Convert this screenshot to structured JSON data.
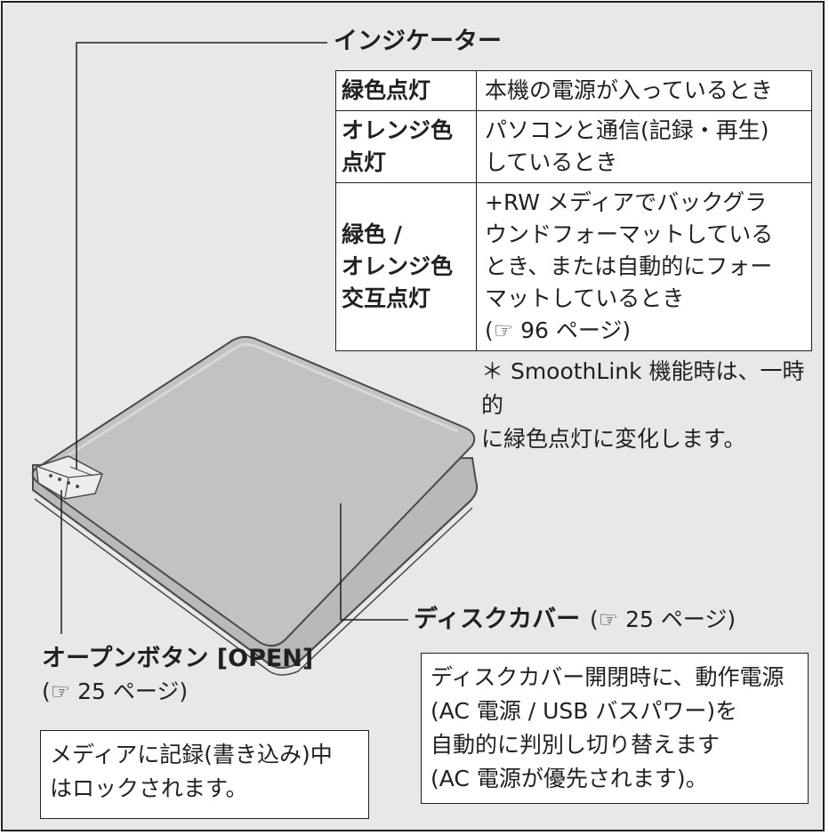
{
  "indicator": {
    "heading": "インジケーター",
    "rows": [
      {
        "state": "緑色点灯",
        "description": "本機の電源が入っているとき"
      },
      {
        "state": "オレンジ色\n点灯",
        "description": "パソコンと通信(記録・再生)\nしているとき"
      },
      {
        "state": "緑色 /\nオレンジ色\n交互点灯",
        "description": "+RW メディアでバックグラ\nウンドフォーマットしている\nとき、または自動的にフォー\nマットしているとき\n(☞ 96 ページ)"
      }
    ],
    "note": "＊ SmoothLink 機能時は、一時的\nに緑色点灯に変化します。"
  },
  "disc_cover": {
    "label": "ディスクカバー",
    "ref": "(☞ 25 ページ)",
    "note": "ディスクカバー開閉時に、動作電源\n(AC 電源 / USB バスパワー)を\n自動的に判別し切り替えます\n(AC 電源が優先されます)。"
  },
  "open_button": {
    "label": "オープンボタン [OPEN]",
    "ref": "(☞ 25 ページ)",
    "note": "メディアに記録(書き込み)中\nはロックされます。"
  },
  "colors": {
    "background": "#e8e8e8",
    "line": "#231f20",
    "device_body": "#bebebe",
    "device_edge": "#4a4a4a"
  }
}
